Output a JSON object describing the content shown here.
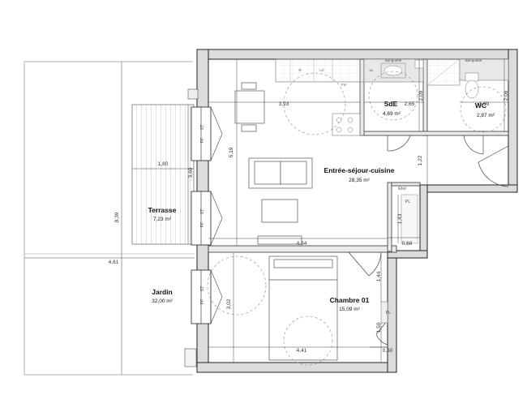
{
  "rooms": {
    "entree": {
      "name": "Entrée-séjour-cuisine",
      "area": "28,35 m²"
    },
    "sde": {
      "name": "SdE",
      "area": "4,69 m²"
    },
    "wc": {
      "name": "WC",
      "area": "2,87 m²"
    },
    "chambre": {
      "name": "Chambre 01",
      "area": "15,09 m²"
    },
    "terrasse": {
      "name": "Terrasse",
      "area": "7,23 m²"
    },
    "jardin": {
      "name": "Jardin",
      "area": "32,00 m²"
    }
  },
  "dimensions": {
    "garden_height": "8,39",
    "garden_width": "4,61",
    "terrace_width": "1,80",
    "terrace_height": "3,60",
    "living_width_top": "3,93",
    "living_height": "5,19",
    "sde_width": "2,65",
    "sde_height": "2,09",
    "wc_width": "1,39",
    "wc_height": "2,06",
    "entry_height": "1,22",
    "living_width_bottom": "4,94",
    "closet_height": "1,43",
    "closet_width": "0,68",
    "bedroom_width": "4,41",
    "bedroom_height": "3,02",
    "bedroom_right_top": "1,44",
    "bedroom_right_bottom": "1,50",
    "bedroom_corner": "0,60"
  },
  "labels": {
    "banquette_sde": "Banquette",
    "banquette_wc": "Banquette",
    "etel": "Etel",
    "pl_top": "PL",
    "pl_bottom": "PL",
    "st_1": "ST",
    "st_2": "ST",
    "st_3": "ST",
    "pf_1": "PF",
    "pf_2": "PF",
    "pf_3": "PF",
    "kitchen_r": "R",
    "kitchen_lv": "LV",
    "kitchen_ll": "LL",
    "kitchen_fh": "FH"
  }
}
